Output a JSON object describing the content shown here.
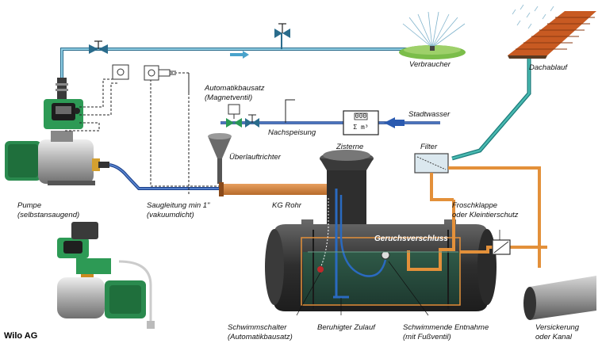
{
  "labels": {
    "verbraucher": "Verbraucher",
    "dachablauf": "Dachablauf",
    "automatik_1": "Automatikbausatz",
    "automatik_2": "(Magnetventil)",
    "nachspeisung": "Nachspeisung",
    "stadtwasser": "Stadtwasser",
    "zisterne": "Zisterne",
    "filter": "Filter",
    "ueberlauf": "Überlauftrichter",
    "pumpe_1": "Pumpe",
    "pumpe_2": "(selbstansaugend)",
    "saug_1": "Saugleitung min 1\"",
    "saug_2": "(vakuumdicht)",
    "kg_rohr": "KG Rohr",
    "frosch_1": "Froschklappe",
    "frosch_2": "oder Kleintierschutz",
    "geruch": "Geruchsverschluss",
    "schwimm_1": "Schwimmschalter",
    "schwimm_2": "(Automatikbausatz)",
    "zulauf": "Beruhigter Zulauf",
    "entnahme_1": "Schwimmende Entnahme",
    "entnahme_2": "(mit Fußventil)",
    "versick_1": "Versickerung",
    "versick_2": "oder Kanal",
    "credit": "Wilo AG"
  },
  "meter": {
    "top": "000",
    "bottom": "Σ m³"
  },
  "colors": {
    "water_line": "#5aa8c8",
    "drain_line": "#e39a3a",
    "roof": "#d9652a",
    "tank": "#3b3b3b",
    "pump_green": "#2d9a55"
  }
}
